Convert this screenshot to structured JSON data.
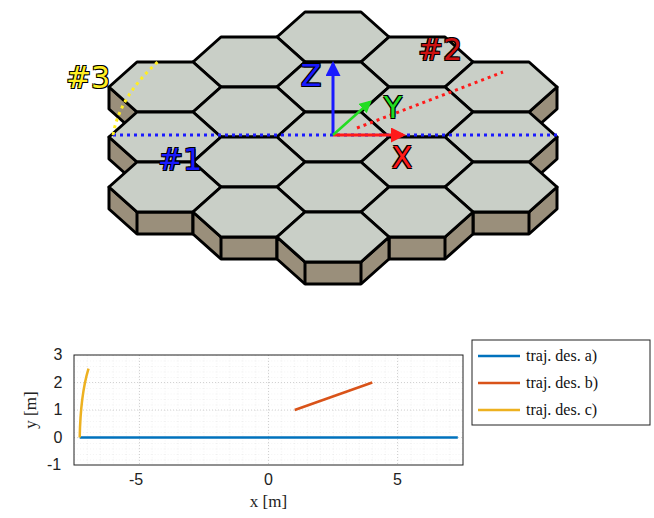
{
  "diagram": {
    "labels": [
      "#1",
      "#2",
      "#3",
      "X",
      "Y",
      "Z",
      "3",
      "2",
      "1",
      "0",
      "-1",
      "-5",
      "0",
      "5",
      "y [m]",
      "x [m]"
    ],
    "legend": [
      {
        "text": "traj. des. a)"
      },
      {
        "text": "traj. des. b)"
      },
      {
        "text": "traj. des. c)"
      }
    ]
  }
}
